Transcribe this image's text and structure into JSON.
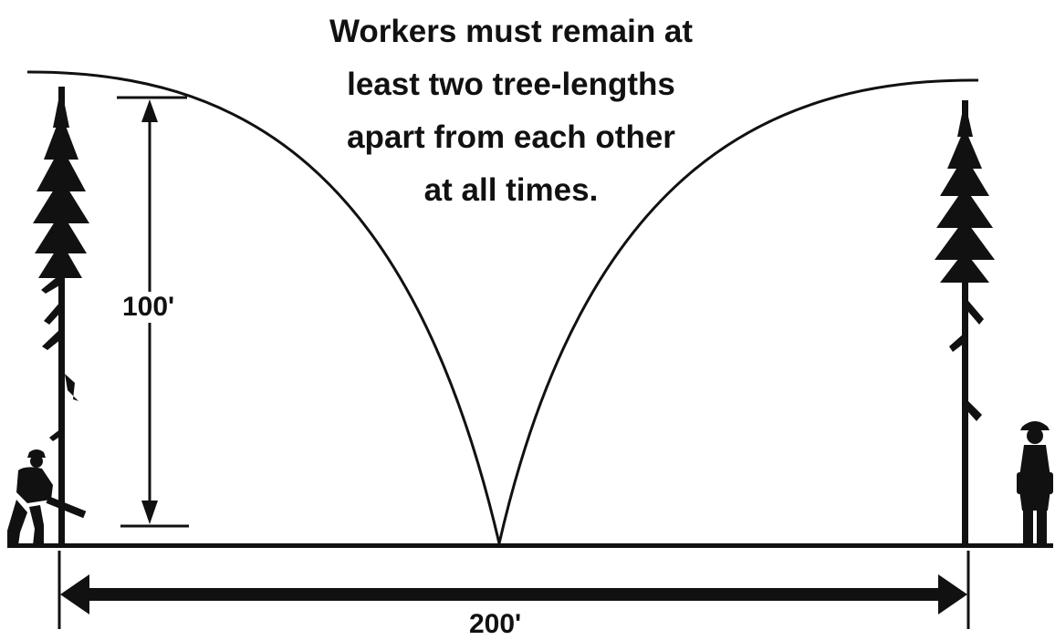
{
  "caption": {
    "lines": [
      "Workers must remain at",
      "least two tree-lengths",
      "apart from each other",
      "at all times."
    ]
  },
  "labels": {
    "tree_height": "100'",
    "separation": "200'"
  },
  "colors": {
    "ink": "#111111",
    "background": "#ffffff"
  },
  "icons": {
    "left_tree": "conifer-tree-icon",
    "right_tree": "conifer-tree-icon",
    "left_worker": "sawyer-with-chainsaw-icon",
    "right_worker": "firefighter-icon"
  }
}
